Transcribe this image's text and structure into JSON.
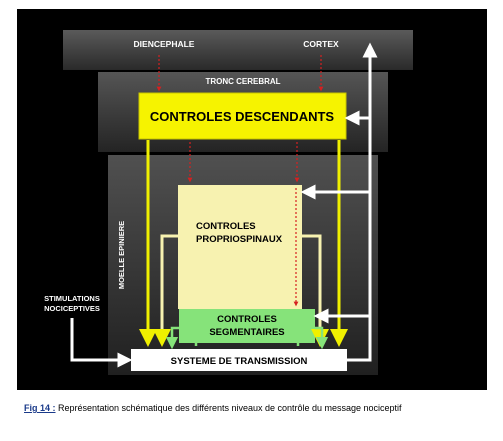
{
  "diagram": {
    "labels": {
      "diencephale": "DIENCEPHALE",
      "cortex": "CORTEX",
      "tronc": "TRONC CEREBRAL",
      "descendants": "CONTROLES DESCENDANTS",
      "proprio_1": "CONTROLES",
      "proprio_2": "PROPRIOSPINAUX",
      "segment_1": "CONTROLES",
      "segment_2": "SEGMENTAIRES",
      "moelle": "MOELLE EPINIERE",
      "stim_1": "STIMULATIONS",
      "stim_2": "NOCICEPTIVES",
      "transmission": "SYSTEME DE TRANSMISSION"
    },
    "colors": {
      "yellow_box": "#f6f300",
      "light_yellow_box": "#f7f2b0",
      "green_box": "#86e37a",
      "white_box": "#ffffff",
      "yellow_arrow": "#f0f000",
      "red_arrow": "#d62020",
      "white_arrow": "#ffffff"
    }
  },
  "caption": {
    "fig": "Fig 14 :",
    "text": " Représentation schématique des différents niveaux de contrôle du message nociceptif"
  }
}
